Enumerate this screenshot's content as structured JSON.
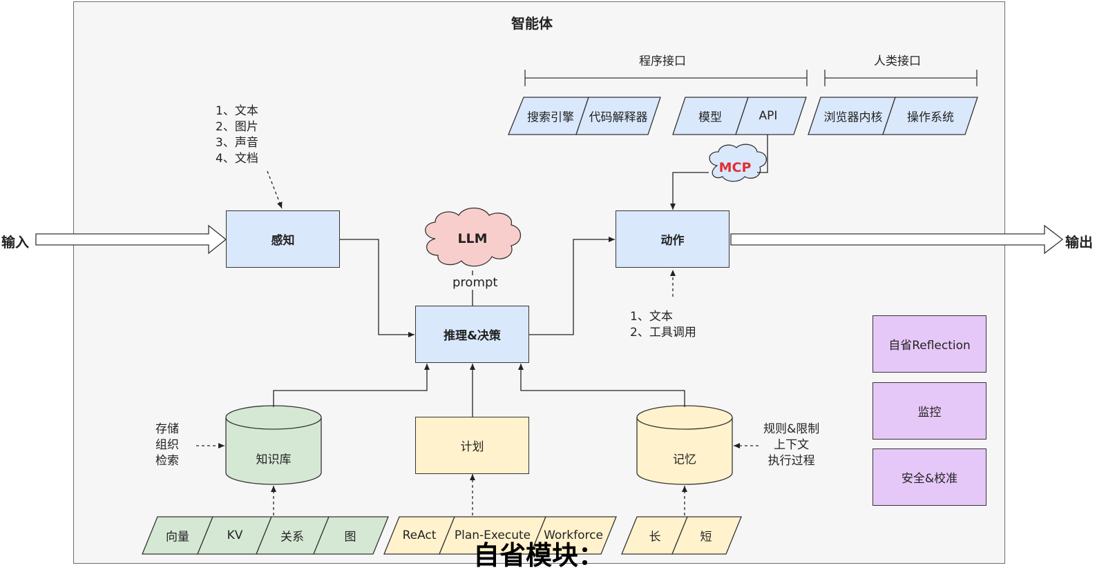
{
  "title": "智能体",
  "groups": {
    "program_interface": "程序接口",
    "human_interface": "人类接口"
  },
  "io": {
    "input": "输入",
    "output": "输出"
  },
  "perception_notes": [
    "1、文本",
    "2、图片",
    "3、声音",
    "4、文档"
  ],
  "action_notes": [
    "1、文本",
    "2、工具调用"
  ],
  "storage_notes": [
    "存储",
    "组织",
    "检索"
  ],
  "memory_notes": [
    "规则&限制",
    "上下文",
    "执行过程"
  ],
  "nodes": {
    "perception": "感知",
    "llm": "LLM",
    "prompt": "prompt",
    "reasoning": "推理&决策",
    "action": "动作",
    "mcp": "MCP",
    "knowledge_base": "知识库",
    "plan": "计划",
    "memory": "记忆",
    "reflection": "自省Reflection",
    "monitoring": "监控",
    "safety": "安全&校准"
  },
  "tools": {
    "search_engine": "搜索引擎",
    "code_interpreter": "代码解释器",
    "model": "模型",
    "api": "API",
    "browser_kernel": "浏览器内核",
    "os": "操作系统"
  },
  "kb_types": [
    "向量",
    "KV",
    "关系",
    "图"
  ],
  "plan_types": [
    "ReAct",
    "Plan-Execute",
    "Workforce"
  ],
  "memory_types": [
    "长",
    "短"
  ],
  "caption": "自省模块："
}
